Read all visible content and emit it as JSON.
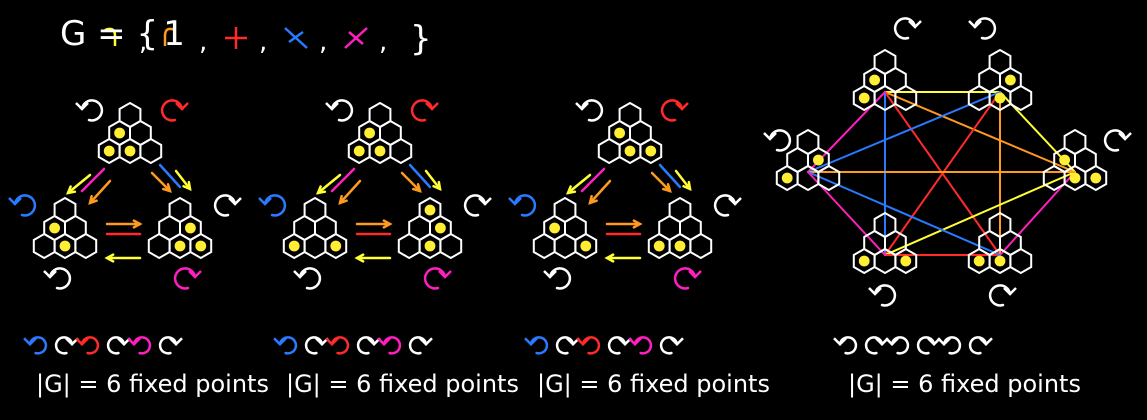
{
  "group_set": {
    "text_prefix": "G = {",
    "elements": [
      {
        "label": "1",
        "color": "#ffffff",
        "icon": "identity-1"
      },
      {
        "label": "",
        "color": "#ffff33",
        "icon": "rotate-cw-arrow-icon"
      },
      {
        "label": "",
        "color": "#ff9a1f",
        "icon": "rotate-ccw-arrow-icon"
      },
      {
        "label": "",
        "color": "#ff2a2a",
        "icon": "flip-vertical-arrow-icon"
      },
      {
        "label": "",
        "color": "#2a7aff",
        "icon": "flip-diagonal-arrow-icon"
      },
      {
        "label": "",
        "color": "#ff1fbf",
        "icon": "flip-antidiagonal-arrow-icon"
      }
    ],
    "text_suffix": "}"
  },
  "colors": {
    "white": "#ffffff",
    "yellow": "#ffff33",
    "orange": "#ff9a1f",
    "red": "#ff2a2a",
    "blue": "#2a7aff",
    "magenta": "#ff1fbf",
    "dot": "#ffee33"
  },
  "panels": [
    {
      "caption": "|G| = 6 fixed points",
      "legend": [
        "blue",
        "white",
        "red",
        "white",
        "magenta",
        "white"
      ]
    },
    {
      "caption": "|G| = 6 fixed points",
      "legend": [
        "blue",
        "white",
        "red",
        "white",
        "magenta",
        "white"
      ]
    },
    {
      "caption": "|G| = 6 fixed points",
      "legend": [
        "blue",
        "white",
        "red",
        "white",
        "magenta",
        "white"
      ]
    },
    {
      "caption": "|G| = 6 fixed points",
      "legend": [
        "white",
        "white",
        "white",
        "white",
        "white",
        "white"
      ]
    }
  ]
}
